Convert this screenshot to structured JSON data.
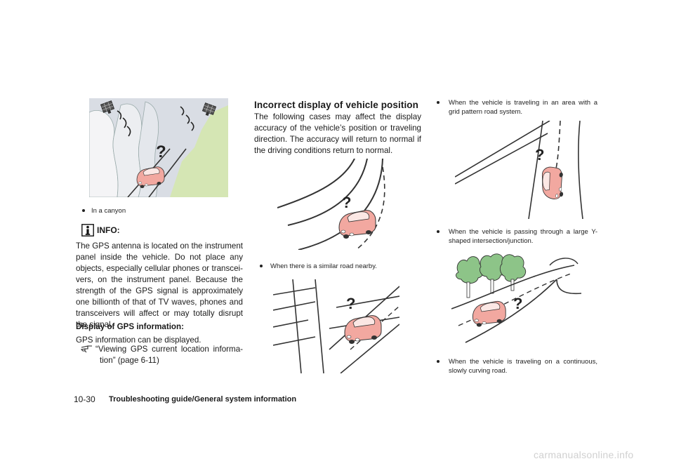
{
  "page": {
    "number": "10-30",
    "section_title": "Troubleshooting guide/General system information",
    "watermark": "carmanualsonline.info"
  },
  "left_column": {
    "canyon_caption": "In a canyon",
    "info_label": "INFO:",
    "info_paragraph": "The GPS antenna is located on the instrument panel inside the vehicle. Do not place any objects, especially cellular phones or transcei-vers, on the instrument panel. Because the strength of the GPS signal is approximately one billionth of that of TV waves, phones and transceivers will affect or may totally disrupt the signal.",
    "display_heading": "Display of GPS information:",
    "display_text": "GPS information can be displayed.",
    "reference_line1": "“Viewing GPS current location informa-",
    "reference_line2": "tion” (page 6-11)"
  },
  "middle_column": {
    "heading": "Incorrect display of vehicle position",
    "intro": "The following cases may affect the display accuracy of the vehicle’s position or traveling direction. The accuracy will return to normal if the driving conditions return to normal.",
    "similar_road_caption": "When there is a similar road nearby."
  },
  "right_column": {
    "grid_line1": "When the vehicle is traveling in an area with a",
    "grid_line2": "grid pattern road system.",
    "y_line1": "When the vehicle is passing through a large Y-",
    "y_line2": "shaped intersection/junction.",
    "curve_line1": "When the vehicle is traveling on a continuous,",
    "curve_line2": "slowly curving road."
  },
  "illustration": {
    "question_mark": "?"
  },
  "icons": {
    "info": "info-icon",
    "reference": "pointing-hand-icon",
    "satellite": "satellite-icon",
    "car": "car-icon"
  },
  "colors": {
    "car_body": "#f2a8a0",
    "canyon_ground": "#d5e6b4",
    "canyon_sky": "#d9dde4"
  }
}
